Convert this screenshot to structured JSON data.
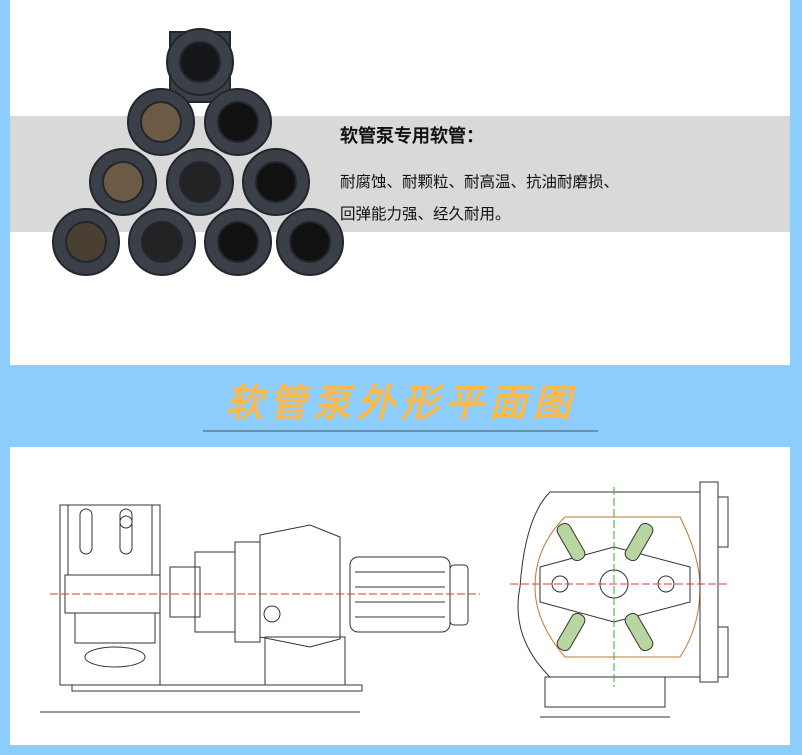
{
  "hose_section": {
    "title": "软管泵专用软管：",
    "description_lines": [
      "耐腐蚀、耐颗粒、耐高温、抗油耐磨损、",
      "回弹能力强、经久耐用。"
    ]
  },
  "drawing_section": {
    "title": "软管泵外形平面图"
  },
  "colors": {
    "background": "#8ccdfc",
    "title": "#fdb94a",
    "band": "#d9d9d9"
  }
}
